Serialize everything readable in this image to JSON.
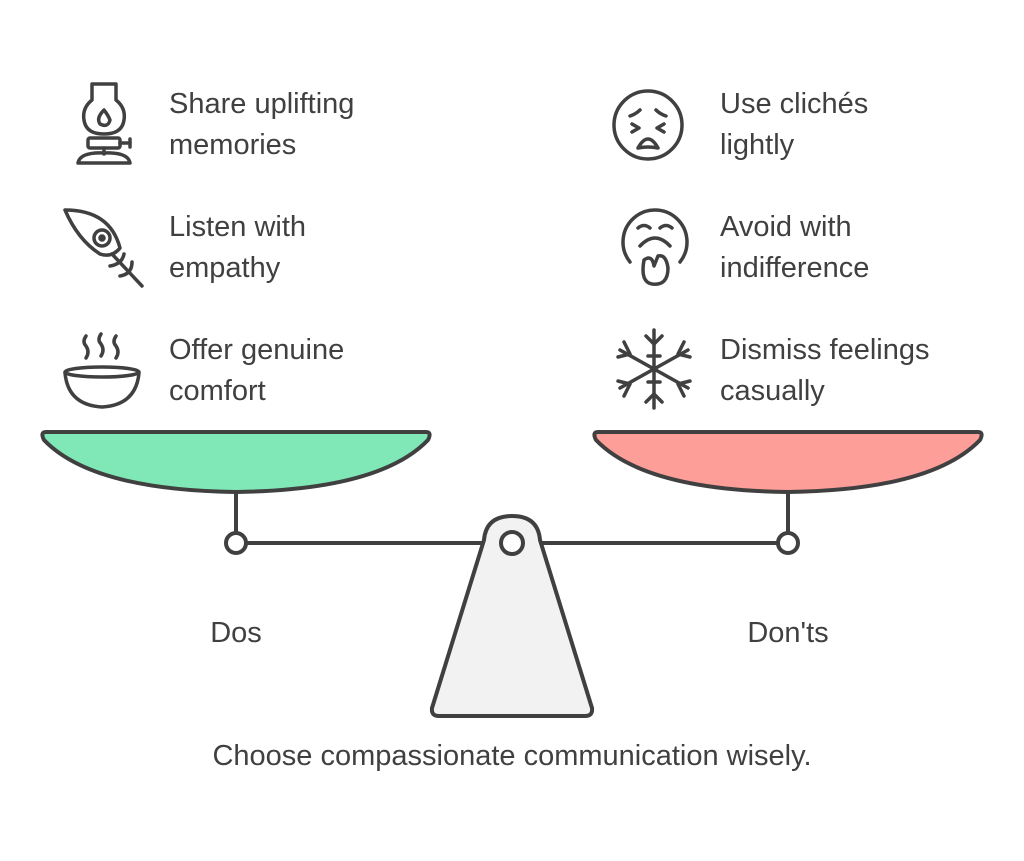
{
  "dos": {
    "title": "Dos",
    "color": "#80e8b6",
    "items": [
      {
        "line1": "Share uplifting",
        "line2": "memories",
        "icon": "lamp-icon"
      },
      {
        "line1": "Listen with",
        "line2": "empathy",
        "icon": "feather-icon"
      },
      {
        "line1": "Offer genuine",
        "line2": "comfort",
        "icon": "soup-bowl-icon"
      }
    ]
  },
  "donts": {
    "title": "Don'ts",
    "color": "#fd9e99",
    "items": [
      {
        "line1": "Use clichés",
        "line2": "lightly",
        "icon": "distressed-face-icon"
      },
      {
        "line1": "Avoid with",
        "line2": "indifference",
        "icon": "yawning-face-icon"
      },
      {
        "line1": "Dismiss feelings",
        "line2": "casually",
        "icon": "snowflake-icon"
      }
    ]
  },
  "caption": "Choose compassionate communication wisely."
}
